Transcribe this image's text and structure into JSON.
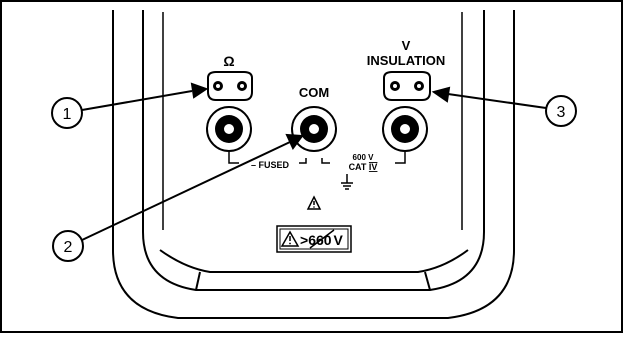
{
  "terminals": {
    "ohm_symbol": "Ω",
    "com_label": "COM",
    "v_label": "V",
    "insulation_label": "INSULATION"
  },
  "markings": {
    "fused_label": "FUSED",
    "cat_voltage": "600 V",
    "cat_label": "CAT",
    "cat_roman": "IV",
    "max_voltage_prefix": ">",
    "max_voltage_struck": "660",
    "max_voltage_unit": "V"
  },
  "callouts": [
    "1",
    "2",
    "3"
  ]
}
